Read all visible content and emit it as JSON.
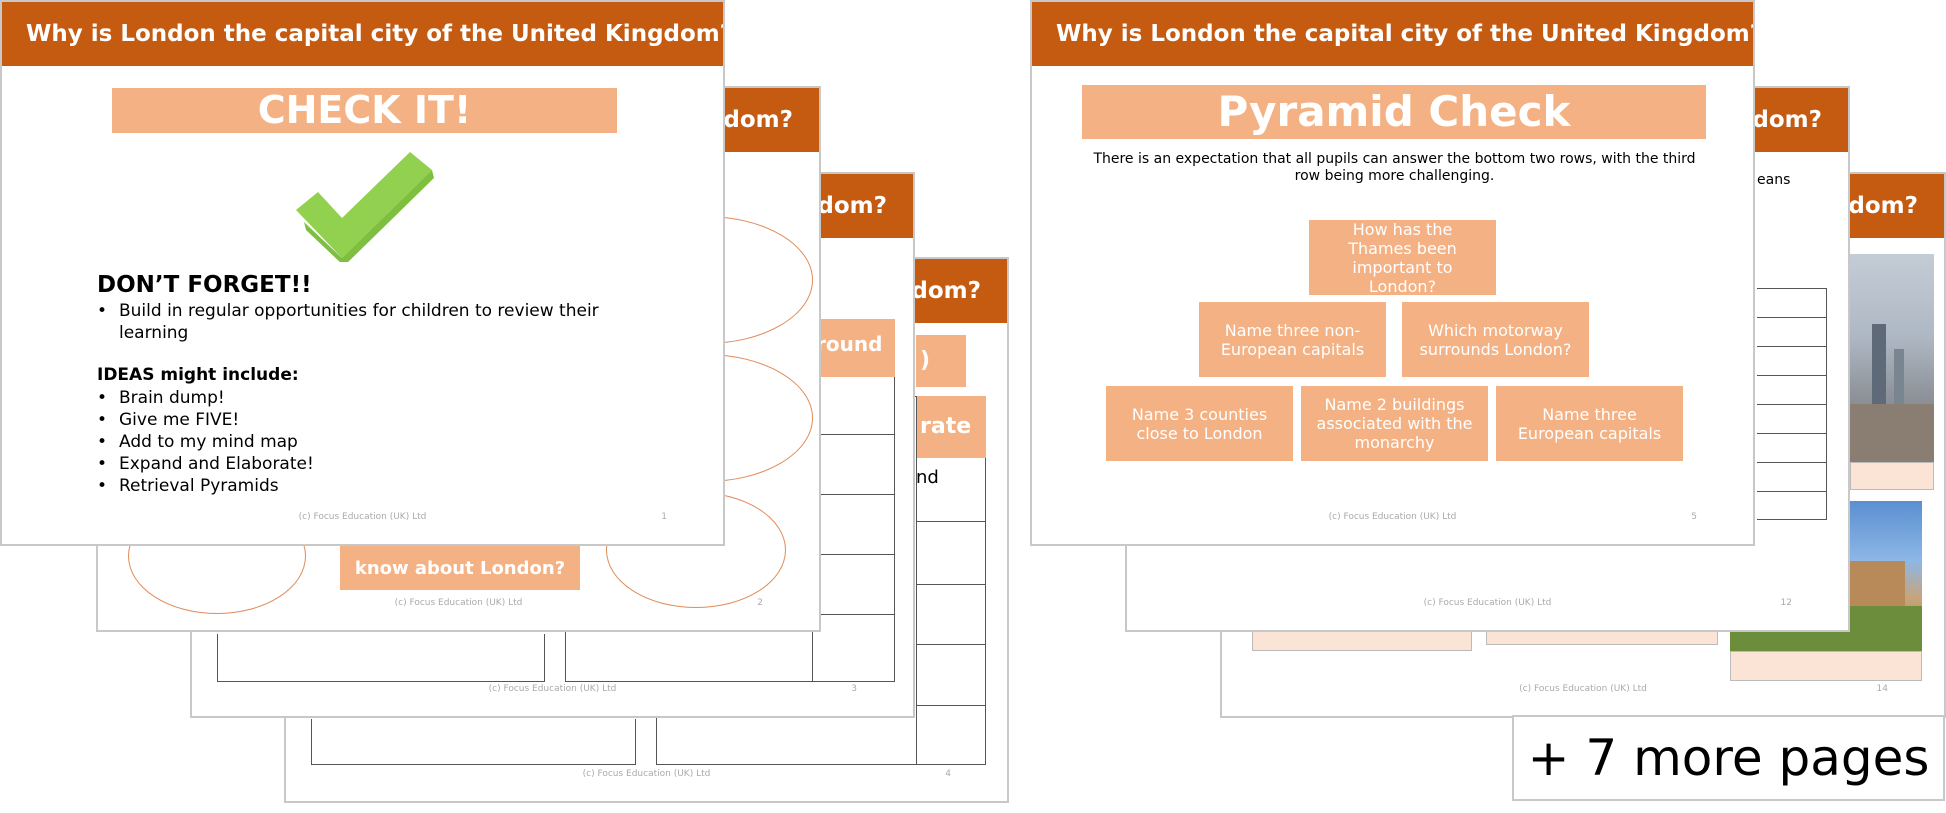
{
  "deck_title": "Why is London the capital city of the United Kingdom?",
  "header_cut": "dom?",
  "footer": "(c) Focus Education (UK) Ltd",
  "slide1": {
    "banner": "CHECK IT!",
    "dont_forget": "DON’T FORGET!!",
    "bullet1": "Build in regular opportunities for children to review their learning",
    "ideas_heading": "IDEAS might include:",
    "ideas": [
      "Brain dump!",
      "Give me FIVE!",
      "Add to my mind map",
      "Expand and Elaborate!",
      "Retrieval Pyramids"
    ],
    "page": "1"
  },
  "slide2": {
    "box_text": "know about London?",
    "page": "2"
  },
  "slide3": {
    "tab_text": "round",
    "page": "3"
  },
  "slide4": {
    "tab_text": "rate",
    "row_text": "nd",
    "mini_text": ")",
    "page": "4"
  },
  "slide5": {
    "banner": "Pyramid Check",
    "intro": "There is an expectation that all pupils can answer the bottom two rows, with the third row being more challenging.",
    "top": "How has the Thames been important to London?",
    "middle": [
      "Name three non-European capitals",
      "Which motorway surrounds London?"
    ],
    "bottom": [
      "Name 3 counties close to London",
      "Name 2 buildings associated with the monarchy",
      "Name three European capitals"
    ],
    "page": "5"
  },
  "slide12": {
    "fragment": "eans",
    "page": "12"
  },
  "slide14": {
    "page": "14"
  },
  "more_pages": "+ 7 more pages",
  "colors": {
    "header": "#c55a11",
    "accent": "#f4b183",
    "check": "#92d050"
  }
}
